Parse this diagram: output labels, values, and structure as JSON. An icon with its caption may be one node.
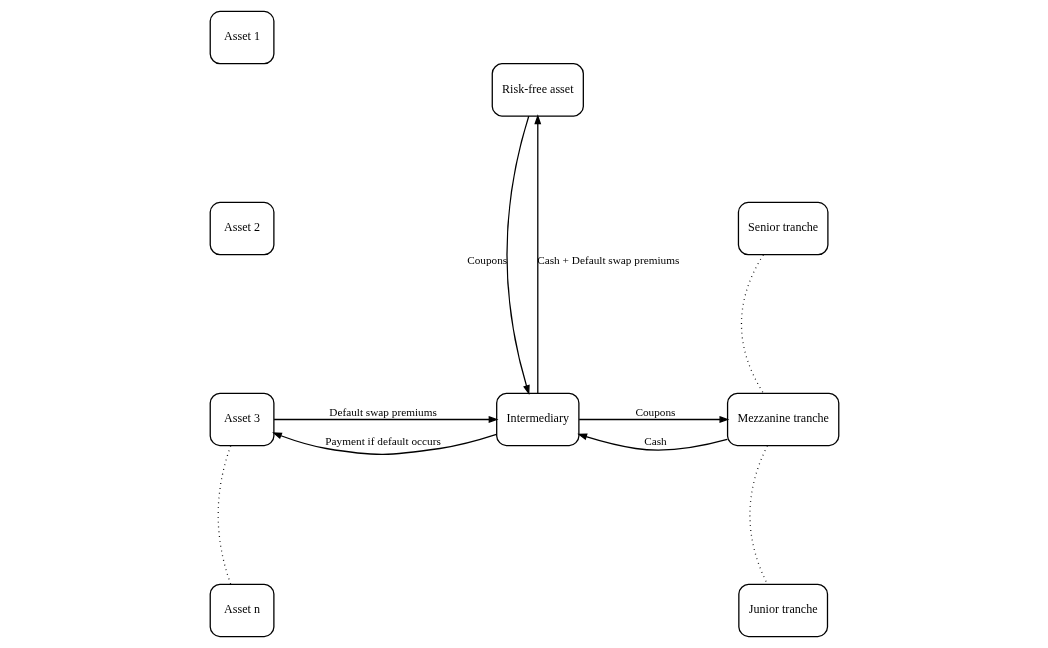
{
  "diagram": {
    "nodes": [
      {
        "text": [
          "Asset 1"
        ]
      },
      {
        "text": [
          "Asset 2"
        ]
      },
      {
        "text": [
          "Asset 3"
        ]
      },
      {
        "text": [
          "Asset n"
        ]
      },
      {
        "text": [
          "Risk-free asset"
        ]
      },
      {
        "text": [
          "Intermediary"
        ]
      },
      {
        "text": [
          "Senior tranche"
        ]
      },
      {
        "text": [
          "Mezzanine tranche"
        ]
      },
      {
        "text": [
          "Junior tranche"
        ]
      }
    ],
    "edges": [
      {
        "from": 2,
        "to": 5,
        "arrow": "to",
        "label": "Default swap premiums"
      },
      {
        "from": 5,
        "to": 2,
        "arrow": "to",
        "label": "Payment if default occurs"
      },
      {
        "from": 5,
        "to": 4,
        "arrow": "to",
        "label": "Cash + Default swap premiums"
      },
      {
        "from": 4,
        "to": 5,
        "arrow": "to",
        "label": "Coupons"
      },
      {
        "from": 5,
        "to": 7,
        "arrow": "to",
        "label": "Coupons"
      },
      {
        "from": 7,
        "to": 5,
        "arrow": "to",
        "label": "Cash"
      },
      {
        "from": 2,
        "to": 3,
        "arrow": "none",
        "style": "dashed"
      },
      {
        "from": 6,
        "to": 7,
        "arrow": "none",
        "style": "dashed"
      },
      {
        "from": 7,
        "to": 8,
        "arrow": "none",
        "style": "dashed"
      }
    ]
  }
}
